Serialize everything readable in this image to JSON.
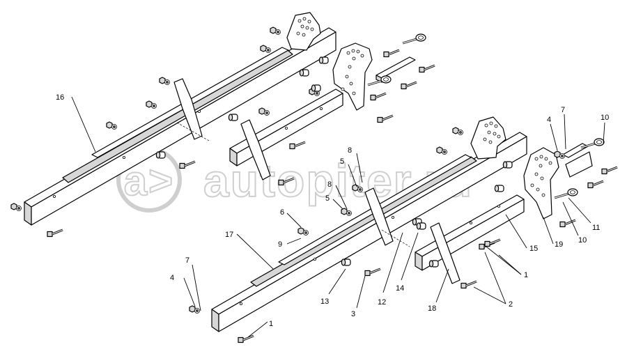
{
  "watermark": {
    "text": "autopiter.ru"
  },
  "callouts": {
    "c16": "16",
    "c17": "17",
    "c15": "15",
    "c19": "19",
    "c18": "18",
    "c10a": "10",
    "c10b": "10",
    "c11": "11",
    "c4a": "4",
    "c7a": "7",
    "c4b": "4",
    "c7b": "7",
    "c8a": "8",
    "c5a": "5",
    "c8b": "8",
    "c5b": "5",
    "c6": "6",
    "c9": "9",
    "c13": "13",
    "c3": "3",
    "c12": "12",
    "c14": "14",
    "c1a": "1",
    "c1b": "1",
    "c2": "2"
  }
}
